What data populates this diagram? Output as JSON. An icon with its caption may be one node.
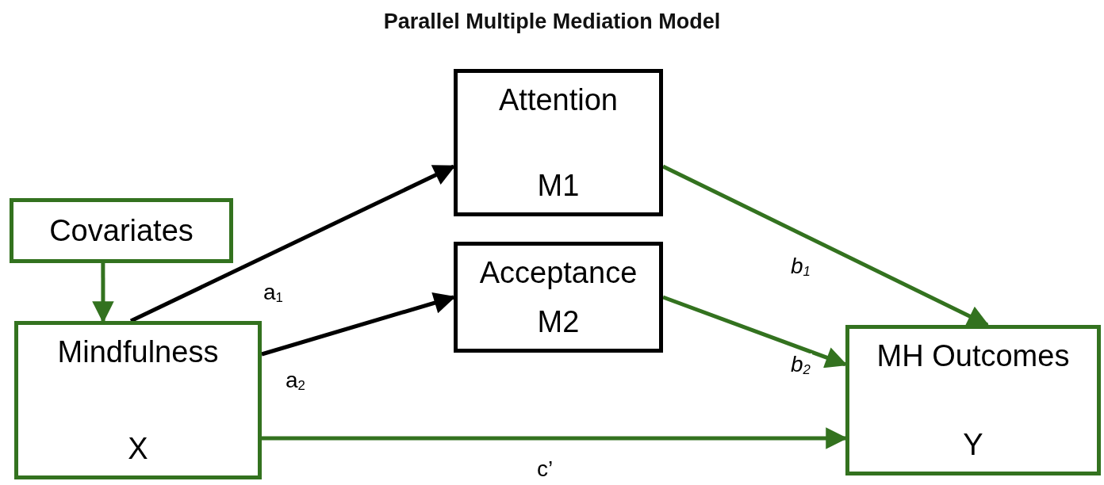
{
  "diagram": {
    "title": "Parallel Multiple Mediation Model",
    "nodes": [
      {
        "text": [
          "Attention",
          "M1"
        ]
      },
      {
        "text": [
          "Covariates"
        ]
      },
      {
        "text": [
          "Acceptance",
          "M2"
        ]
      },
      {
        "text": [
          "Mindfulness",
          "X"
        ]
      },
      {
        "text": [
          "MH Outcomes",
          "Y"
        ]
      }
    ],
    "edges": [
      {
        "from": 1,
        "to": 3,
        "arrow": "to"
      },
      {
        "from": 3,
        "to": 0,
        "arrow": "to",
        "label": "a$_{1}$",
        "color": "#000000"
      },
      {
        "from": 3,
        "to": 2,
        "arrow": "to",
        "label": "a$_{2}$",
        "color": "#000000"
      },
      {
        "from": 0,
        "to": 4,
        "arrow": "to",
        "label": "b$_{1}$"
      },
      {
        "from": 2,
        "to": 4,
        "arrow": "to",
        "label": "b$_{2}$"
      },
      {
        "from": 3,
        "to": 4,
        "arrow": "to",
        "label": "c’"
      }
    ]
  }
}
